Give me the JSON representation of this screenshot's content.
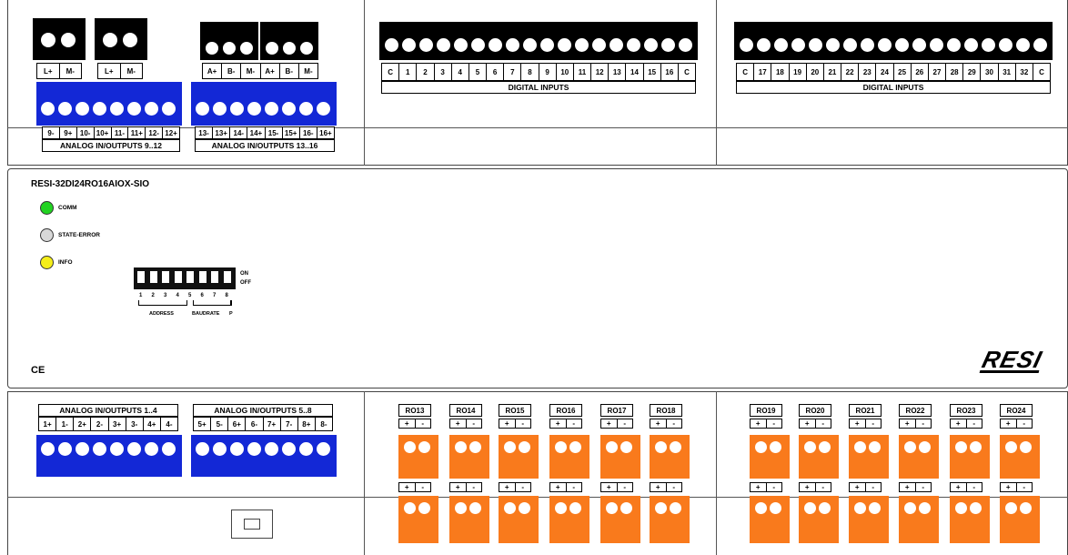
{
  "model": "RESI-32DI24RO16AIOX-SIO",
  "brand_logo": "RESI",
  "ce_mark": "CE",
  "leds": [
    {
      "label": "COMM",
      "color": "#22d322"
    },
    {
      "label": "STATE-ERROR",
      "color": "#d8d8d8"
    },
    {
      "label": "INFO",
      "color": "#f5ee1a"
    }
  ],
  "dip": {
    "on": "ON",
    "off": "OFF",
    "numbers": [
      "1",
      "2",
      "3",
      "4",
      "5",
      "6",
      "7",
      "8"
    ],
    "address": "ADDRESS",
    "baudrate": "BAUDRATE",
    "p": "P"
  },
  "power_terminals": [
    [
      "L+",
      "M-"
    ],
    [
      "L+",
      "M-"
    ]
  ],
  "analog_power_top": [
    "A+",
    "B-",
    "M-",
    "A+",
    "B-",
    "M-"
  ],
  "analog_top_left": {
    "pins": [
      "9-",
      "9+",
      "10-",
      "10+",
      "11-",
      "11+",
      "12-",
      "12+"
    ],
    "caption": "ANALOG IN/OUTPUTS 9..12"
  },
  "analog_top_right": {
    "pins": [
      "13-",
      "13+",
      "14-",
      "14+",
      "15-",
      "15+",
      "16-",
      "16+"
    ],
    "caption": "ANALOG IN/OUTPUTS 13..16"
  },
  "analog_bottom_left": {
    "pins": [
      "1+",
      "1-",
      "2+",
      "2-",
      "3+",
      "3-",
      "4+",
      "4-"
    ],
    "caption": "ANALOG IN/OUTPUTS 1..4"
  },
  "analog_bottom_right": {
    "pins": [
      "5+",
      "5-",
      "6+",
      "6-",
      "7+",
      "7-",
      "8+",
      "8-"
    ],
    "caption": "ANALOG IN/OUTPUTS 5..8"
  },
  "di_left": {
    "pins": [
      "C",
      "1",
      "2",
      "3",
      "4",
      "5",
      "6",
      "7",
      "8",
      "9",
      "10",
      "11",
      "12",
      "13",
      "14",
      "15",
      "16",
      "C"
    ],
    "caption": "DIGITAL INPUTS"
  },
  "di_right": {
    "pins": [
      "C",
      "17",
      "18",
      "19",
      "20",
      "21",
      "22",
      "23",
      "24",
      "25",
      "26",
      "27",
      "28",
      "29",
      "30",
      "31",
      "32",
      "C"
    ],
    "caption": "DIGITAL INPUTS"
  },
  "relays": [
    "RO13",
    "RO14",
    "RO15",
    "RO16",
    "RO17",
    "RO18",
    "RO19",
    "RO20",
    "RO21",
    "RO22",
    "RO23",
    "RO24"
  ],
  "relay_polarity": [
    "+",
    "-"
  ],
  "colors": {
    "terminal_blue": "#1328d6",
    "terminal_orange": "#f97a1c",
    "terminal_black": "#000000"
  }
}
